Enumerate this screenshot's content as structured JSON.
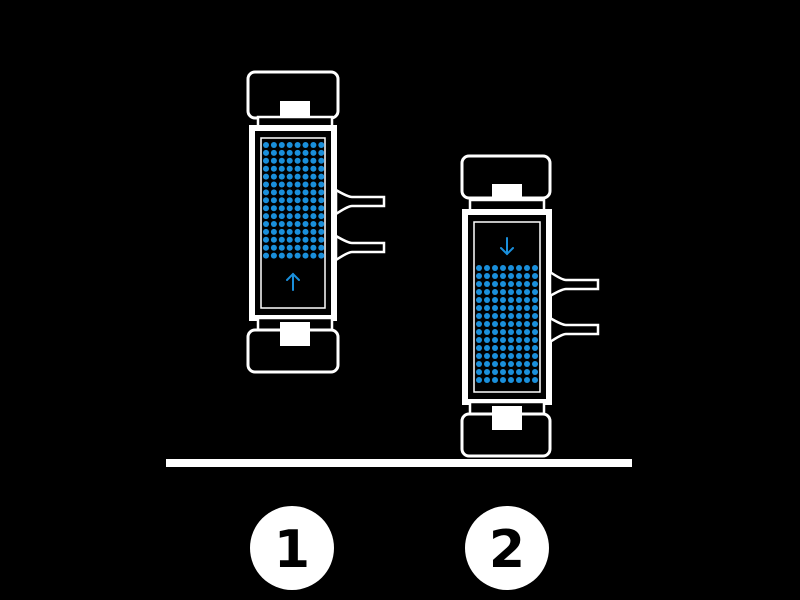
{
  "colors": {
    "background": "#000000",
    "outline": "#ffffff",
    "dots": "#1a8fdb",
    "arrow": "#1a8fdb"
  },
  "devices": [
    {
      "step": "1",
      "state": "extended",
      "arrow_direction": "up"
    },
    {
      "step": "2",
      "state": "compressed",
      "arrow_direction": "down"
    }
  ],
  "labels": {
    "step_one": "1",
    "step_two": "2"
  }
}
